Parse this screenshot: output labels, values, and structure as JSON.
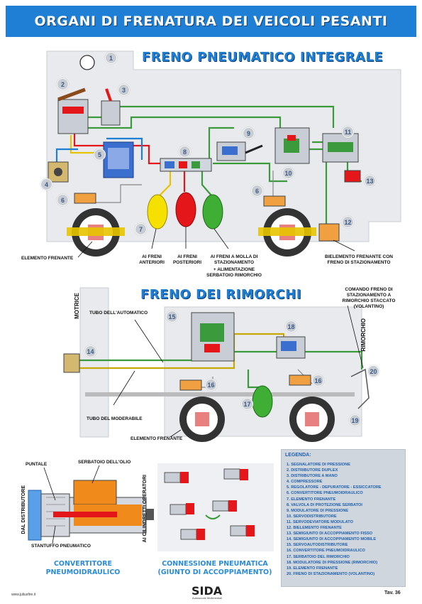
{
  "header": {
    "title": "ORGANI DI FRENATURA DEI VEICOLI PESANTI"
  },
  "section1": {
    "title": "FRENO PNEUMATICO INTEGRALE"
  },
  "section2": {
    "title": "FRENO DEI RIMORCHI"
  },
  "labels": {
    "elemento_frenante_1": "ELEMENTO FRENANTE",
    "ai_freni_anteriori": "AI FRENI ANTERIORI",
    "ai_freni_posteriori": "AI FRENI POSTERIORI",
    "ai_freni_molla": "AI FRENI A MOLLA DI STAZIONAMENTO",
    "alimentazione": "+ ALIMENTAZIONE SERBATOIO RIMORCHIO",
    "bielemento": "BIELEMENTO FRENANTE CON FRENO DI STAZIONAMENTO",
    "comando_freno": "COMANDO FRENO DI STAZIONAMENTO A RIMORCHIO STACCATO (VOLANTINO)",
    "motrice": "MOTRICE",
    "rimorchio": "RIMORCHIO",
    "tubo_automatico": "TUBO DELL'AUTOMATICO",
    "tubo_moderabile": "TUBO DEL MODERABILE",
    "elemento_frenante_2": "ELEMENTO FRENANTE",
    "puntale": "PUNTALE",
    "serbatoio_olio": "SERBATOIO DELL'OLIO",
    "dal_distributore": "DAL DISTRIBUTORE",
    "ai_cilindretti": "AI CILINDRETTI OPERATORI",
    "stantuffo": "STANTUFFO PNEUMATICO"
  },
  "captions": {
    "convertitore": "CONVERTITORE PNEUMOIDRAULICO",
    "connessione": "CONNESSIONE PNEUMATICA (GIUNTO DI ACCOPPIAMENTO)"
  },
  "legend": {
    "title": "LEGENDA:",
    "items": [
      "1. SEGNALATORE DI PRESSIONE",
      "2. DISTRIBUTORE DUPLEX",
      "3. DISTRIBUTORE A MANO",
      "4. COMPRESSORE",
      "5. REGOLATORE - DEPURATORE - ESSICCATORE",
      "6. CONVERTITORE PNEUMOIDRAULICO",
      "7. ELEMENTO FRENANTE",
      "8. VALVOLA DI PROTEZIONE SERBATOI",
      "9. MODULATORE DI PRESSIONE",
      "10. SERVODISTRIBUTORE",
      "11. SERVODEVIATORE MODULATO",
      "12. BIELEMENTO FRENANTE",
      "13. SEMIGIUNTO DI ACCOPPIAMENTO FISSO",
      "14. SEMIGIUNTO DI ACCOPPIAMENTO MOBILE",
      "15. SERVOAUTODISTRIBUTORE",
      "16. CONVERTITORE PNEUMOIDRAULICO",
      "17. SERBATOIO DEL RIMORCHIO",
      "18. MODULATORE DI PRESSIONE (RIMORCHIO)",
      "19. ELEMENTO FRENANTE",
      "20. FRENO DI STAZIONAMENTO (VOLANTINO)"
    ]
  },
  "callouts": [
    "1",
    "2",
    "3",
    "4",
    "5",
    "6",
    "7",
    "8",
    "9",
    "10",
    "11",
    "12",
    "13",
    "6",
    "14",
    "15",
    "16",
    "17",
    "18",
    "19",
    "16",
    "20"
  ],
  "footer": {
    "left": "www.juliusfire.it",
    "brand": "SIDA",
    "sub": "Autoscuole Multimediali",
    "tav": "Tav. 36"
  },
  "colors": {
    "title_bg": "#1e7fd4",
    "tank_yellow": "#f5e000",
    "tank_red": "#e4161a",
    "tank_green": "#3fae35",
    "pipe_green": "#3b9a3b",
    "panel_gray": "#e8eaee"
  }
}
